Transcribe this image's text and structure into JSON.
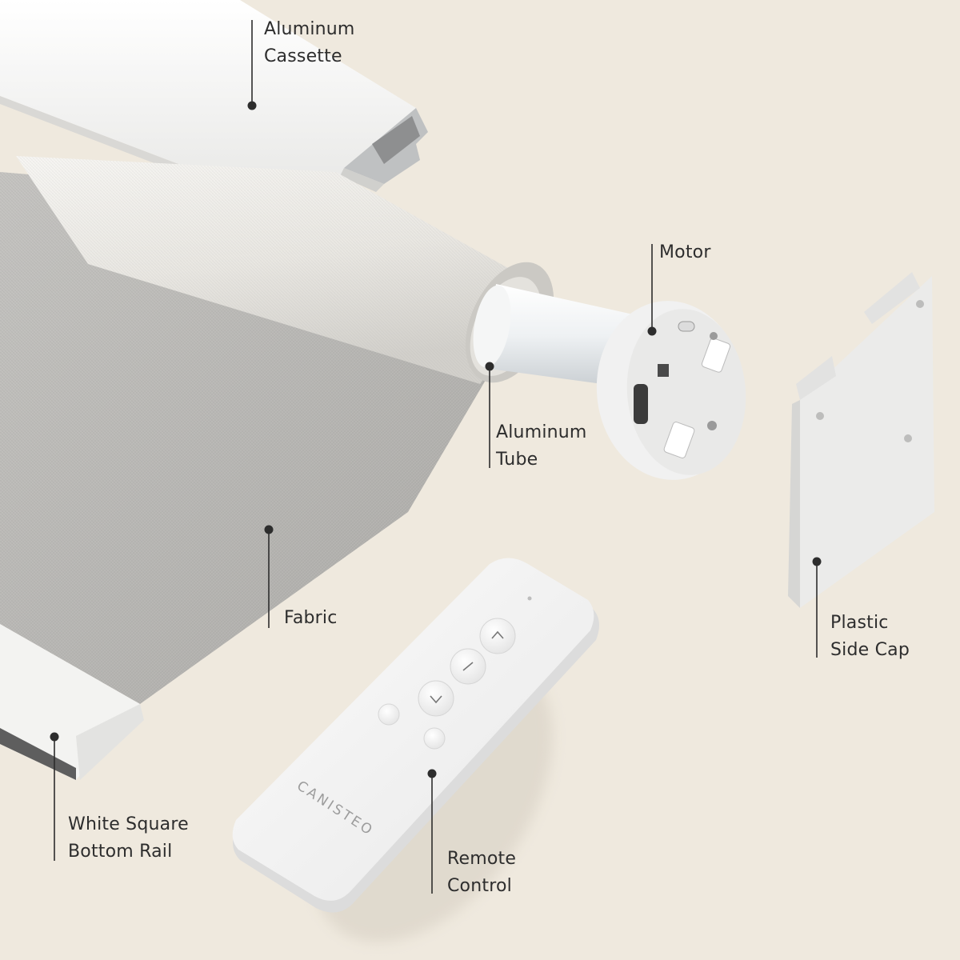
{
  "callouts": {
    "cassette": {
      "line1": "Aluminum",
      "line2": "Cassette"
    },
    "motor": {
      "line1": "Motor"
    },
    "tube": {
      "line1": "Aluminum",
      "line2": "Tube"
    },
    "fabric": {
      "line1": "Fabric"
    },
    "side_cap": {
      "line1": "Plastic",
      "line2": "Side Cap"
    },
    "bottom_rail": {
      "line1": "White Square",
      "line2": "Bottom Rail"
    },
    "remote": {
      "line1": "Remote",
      "line2": "Control"
    }
  },
  "remote_brand": "CANISTEO",
  "colors": {
    "background": "#efe9de",
    "fabric": "#b9b8b5",
    "white_parts": "#f4f4f2",
    "text": "#2d2d2d"
  }
}
